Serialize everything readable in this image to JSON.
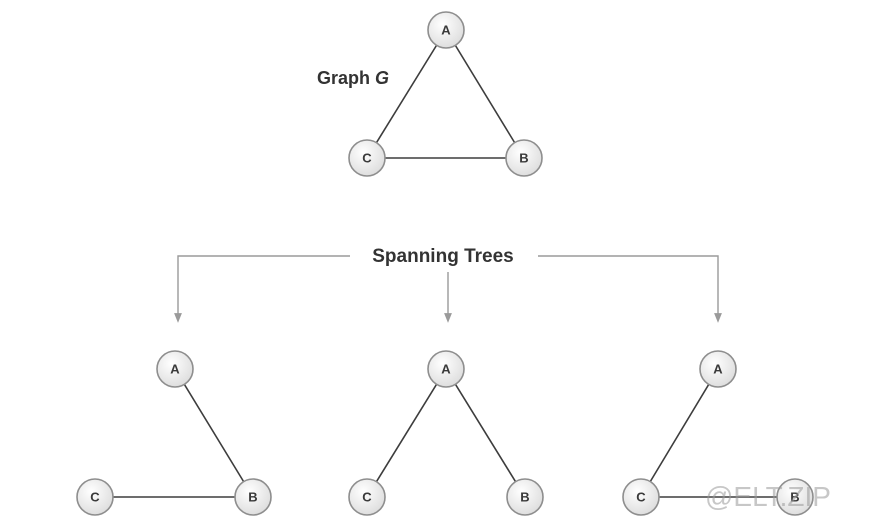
{
  "graph": {
    "label": "Graph ",
    "label_var": "G",
    "nodes": [
      "A",
      "B",
      "C"
    ],
    "edges": [
      [
        "A",
        "B"
      ],
      [
        "A",
        "C"
      ],
      [
        "C",
        "B"
      ]
    ]
  },
  "spanning": {
    "label": "Spanning Trees",
    "trees": [
      {
        "edges": [
          [
            "A",
            "B"
          ],
          [
            "C",
            "B"
          ]
        ]
      },
      {
        "edges": [
          [
            "A",
            "C"
          ],
          [
            "A",
            "B"
          ]
        ]
      },
      {
        "edges": [
          [
            "A",
            "C"
          ],
          [
            "C",
            "B"
          ]
        ]
      }
    ]
  },
  "watermark": "@ELT.ZIP",
  "colors": {
    "edge": "#3d3d3d",
    "connector": "#9a9a9a",
    "node_stroke": "#8e8e8e"
  }
}
